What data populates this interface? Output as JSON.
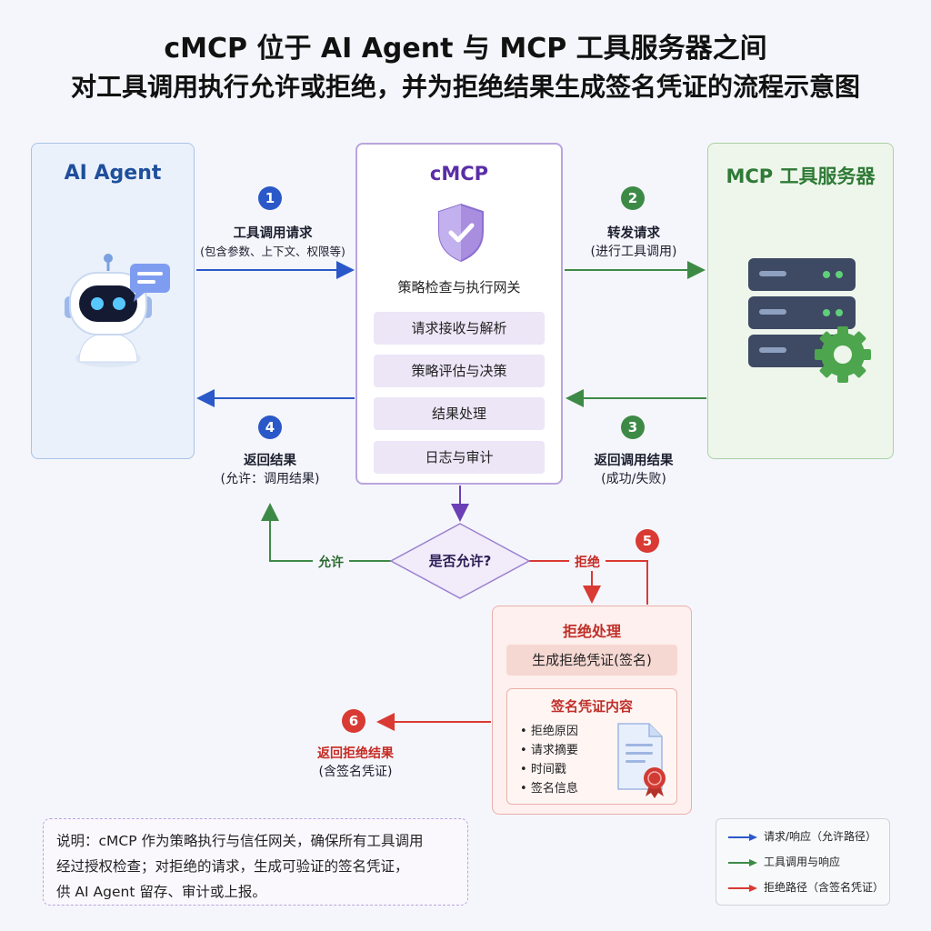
{
  "title_line1": "cMCP 位于 AI Agent 与 MCP 工具服务器之间",
  "title_line2": "对工具调用执行允许或拒绝，并为拒绝结果生成签名凭证的流程示意图",
  "agent": {
    "title": "AI Agent"
  },
  "mcp_server": {
    "title": "MCP 工具服务器"
  },
  "cmcp": {
    "title": "cMCP",
    "subtitle": "策略检查与执行网关",
    "steps": [
      "请求接收与解析",
      "策略评估与决策",
      "结果处理",
      "日志与审计"
    ]
  },
  "flows": {
    "s1": {
      "num": "1",
      "label": "工具调用请求",
      "sub": "(包含参数、上下文、权限等)"
    },
    "s2": {
      "num": "2",
      "label": "转发请求",
      "sub": "(进行工具调用)"
    },
    "s3": {
      "num": "3",
      "label": "返回调用结果",
      "sub": "(成功/失败)"
    },
    "s4": {
      "num": "4",
      "label": "返回结果",
      "sub": "(允许：调用结果)"
    },
    "s5": {
      "num": "5"
    },
    "s6": {
      "num": "6",
      "label": "返回拒绝结果",
      "sub": "(含签名凭证)"
    }
  },
  "decision": {
    "question": "是否允许?",
    "allow": "允许",
    "deny": "拒绝"
  },
  "deny_box": {
    "title": "拒绝处理",
    "generate": "生成拒绝凭证(签名)",
    "signature_title": "签名凭证内容",
    "signature_items": [
      "拒绝原因",
      "请求摘要",
      "时间戳",
      "签名信息"
    ]
  },
  "note": {
    "line1": "说明：cMCP 作为策略执行与信任网关，确保所有工具调用",
    "line2": "经过授权检查；对拒绝的请求，生成可验证的签名凭证，",
    "line3": "供 AI Agent 留存、审计或上报。"
  },
  "legend": [
    {
      "label": "请求/响应（允许路径）",
      "color": "#2a58c8"
    },
    {
      "label": "工具调用与响应",
      "color": "#3d8a47"
    },
    {
      "label": "拒绝路径（含签名凭证）",
      "color": "#d93a33"
    }
  ],
  "colors": {
    "blue": "#2a58c8",
    "green": "#3d8a47",
    "red": "#d93a33",
    "purple": "#6b3fb5"
  }
}
